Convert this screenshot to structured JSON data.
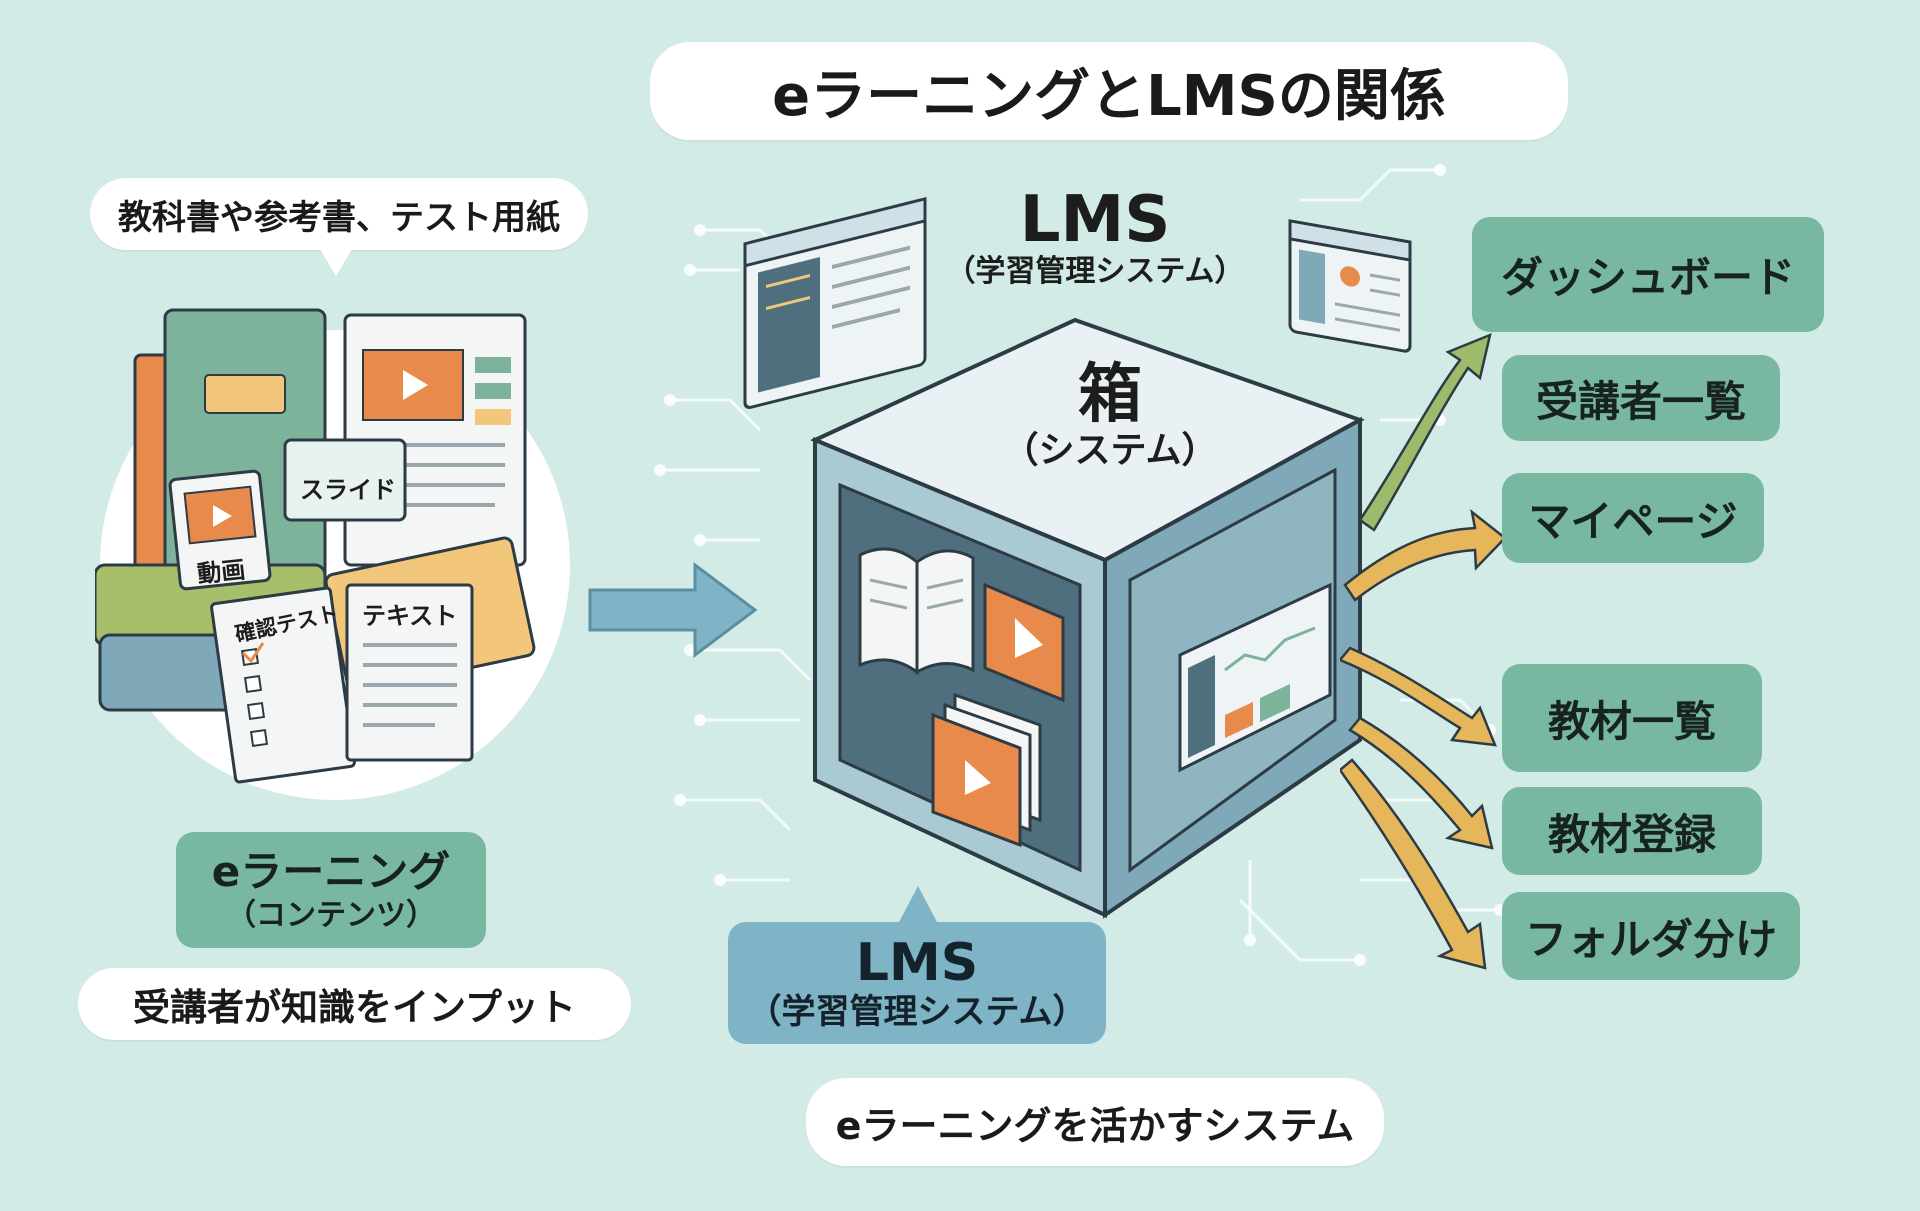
{
  "title": "eラーニングとLMSの関係",
  "left_bubble": "教科書や参考書、テスト用紙",
  "content_labels": {
    "slide": "スライド",
    "video": "動画",
    "quiz": "確認テスト",
    "text": "テキスト"
  },
  "elearning": {
    "name": "eラーニング",
    "sub": "（コンテンツ）",
    "caption": "受講者が知識をインプット"
  },
  "lms_top": {
    "name": "LMS",
    "sub": "（学習管理システム）"
  },
  "box": {
    "name": "箱",
    "sub": "（システム）"
  },
  "lms_bottom": {
    "name": "LMS",
    "sub": "（学習管理システム）",
    "caption": "eラーニングを活かすシステム"
  },
  "features": [
    "ダッシュボード",
    "受講者一覧",
    "マイページ",
    "教材一覧",
    "教材登録",
    "フォルダ分け"
  ],
  "colors": {
    "background": "#d3ebe7",
    "green_label": "#78b8a1",
    "blue_label": "#7fb3c6",
    "cube_front": "#a9cad3",
    "cube_side": "#7fa9b8",
    "orange": "#e88a4b",
    "arrow_gold": "#e6b65a",
    "arrow_green": "#9dbb6a"
  }
}
